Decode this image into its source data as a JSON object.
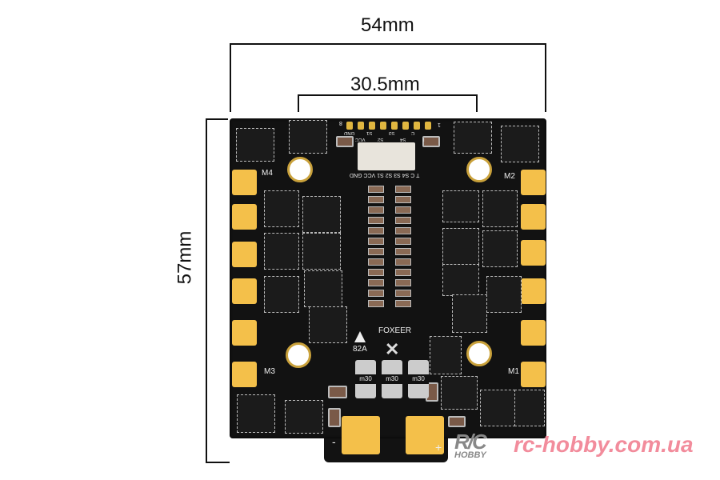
{
  "dimensions": {
    "width": "54mm",
    "mount_spacing": "30.5mm",
    "height": "57mm"
  },
  "board": {
    "brand": "FOXEER",
    "rating": "82A",
    "motor_labels": [
      "M1",
      "M2",
      "M3",
      "M4"
    ],
    "connector_pins_top": [
      "GND",
      "VCC",
      "S1",
      "S2",
      "S3",
      "S4",
      "C",
      "T"
    ],
    "connector_pin_numbers": [
      "8",
      "1"
    ],
    "connector_label_bottom": "T C S4 S3 S2 S1 VCC GND",
    "inductor_marking": "m30",
    "power_minus": "-",
    "power_plus": "+"
  },
  "watermark": {
    "logo": "RC HOBBY",
    "site": "rc-hobby.com.ua"
  },
  "colors": {
    "pad": "#f4c04a",
    "board": "#121212",
    "watermark": "#f28c9c"
  }
}
